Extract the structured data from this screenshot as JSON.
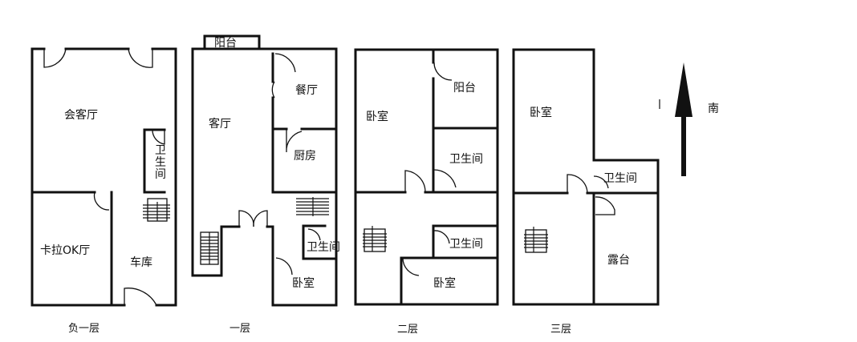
{
  "floors": {
    "basement": {
      "caption": "负一层",
      "rooms": {
        "meeting_room": "会客厅",
        "bathroom_v": [
          "卫",
          "生",
          "间"
        ],
        "ktv": "卡拉OK厅",
        "garage": "车库"
      }
    },
    "first": {
      "caption": "一层",
      "rooms": {
        "balcony": "阳台",
        "living": "客厅",
        "dining": "餐厅",
        "kitchen": "厨房",
        "bathroom": "卫生间",
        "bedroom": "卧室"
      }
    },
    "second": {
      "caption": "二层",
      "rooms": {
        "bedroom_top": "卧室",
        "balcony": "阳台",
        "bathroom_top": "卫生间",
        "bathroom_bottom": "卫生间",
        "bedroom_bottom": "卧室"
      }
    },
    "third": {
      "caption": "三层",
      "rooms": {
        "bedroom": "卧室",
        "bathroom": "卫生间",
        "terrace": "露台"
      }
    }
  },
  "compass": {
    "label": "南",
    "icon": "north-arrow-icon"
  }
}
